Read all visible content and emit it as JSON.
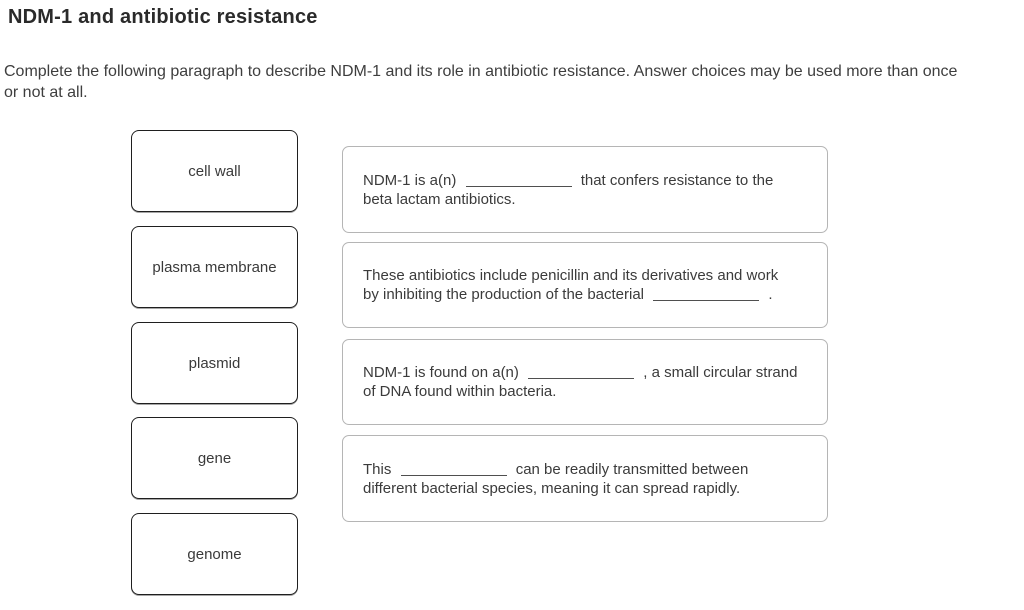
{
  "page": {
    "title": "NDM-1 and antibiotic resistance",
    "instructions_lines": [
      "Complete the following paragraph to describe NDM-1 and its role in antibiotic resistance. Answer choices may be used more than once",
      "or not at all."
    ],
    "instructions_full": "Complete the following paragraph to describe NDM-1 and its role in antibiotic resistance. Answer choices may be used more than once or not at all."
  },
  "choices": [
    "cell wall",
    "plasma membrane",
    "plasmid",
    "gene",
    "genome"
  ],
  "targets": [
    {
      "segments": [
        {
          "t": "NDM-1 is a(n)"
        },
        {
          "blank": true
        },
        {
          "t": "that confers resistance to the"
        },
        {
          "br": true
        },
        {
          "t": "beta lactam antibiotics."
        }
      ]
    },
    {
      "segments": [
        {
          "t": "These antibiotics include penicillin and its derivatives and work"
        },
        {
          "br": true
        },
        {
          "t": "by inhibiting the production of the bacterial"
        },
        {
          "blank": true
        },
        {
          "t": "."
        }
      ]
    },
    {
      "segments": [
        {
          "t": "NDM-1 is found on a(n)"
        },
        {
          "blank": true
        },
        {
          "t": ", a small circular strand"
        },
        {
          "br": true
        },
        {
          "t": "of DNA found within bacteria."
        }
      ]
    },
    {
      "segments": [
        {
          "t": "This"
        },
        {
          "blank": true
        },
        {
          "t": "can be readily transmitted between"
        },
        {
          "br": true
        },
        {
          "t": "different bacterial species, meaning it can spread rapidly."
        }
      ]
    }
  ],
  "colors": {
    "title_text": "#2a2a2a",
    "body_text": "#3b3b3b",
    "choice_border": "#1f1f1f",
    "target_border": "#b5b5b5",
    "blank_line": "#4f4f4f",
    "background": "#ffffff"
  }
}
